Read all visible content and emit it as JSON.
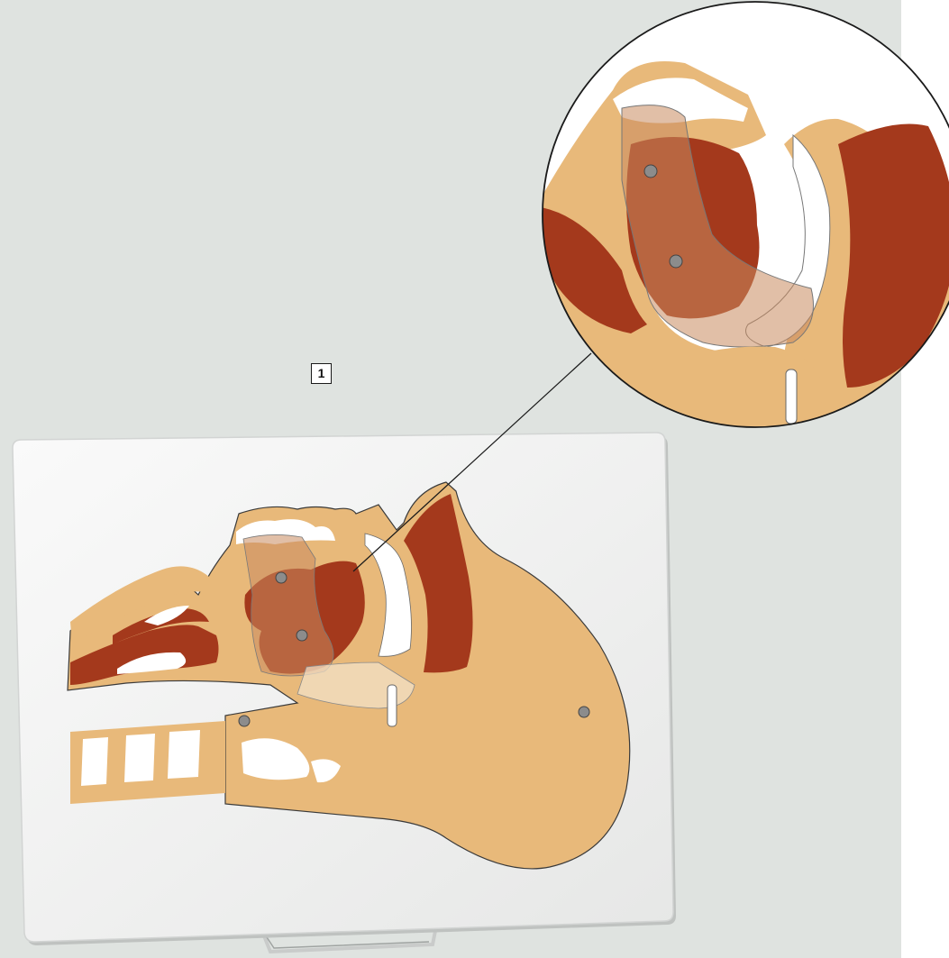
{
  "figure": {
    "label": "1",
    "colors": {
      "background": "#dfe3e0",
      "board": "#f1f2f1",
      "tissue": "#e8b97a",
      "muscle": "#a4391c",
      "cavity": "#ffffff",
      "transparent_plate": "#c98a5e",
      "screw": "#8c8c8c",
      "outline": "#3a3a3a"
    },
    "objects": [
      "anatomical-model-board",
      "head-cross-section",
      "magnified-detail-circle",
      "pointer-line",
      "board-stand"
    ]
  }
}
